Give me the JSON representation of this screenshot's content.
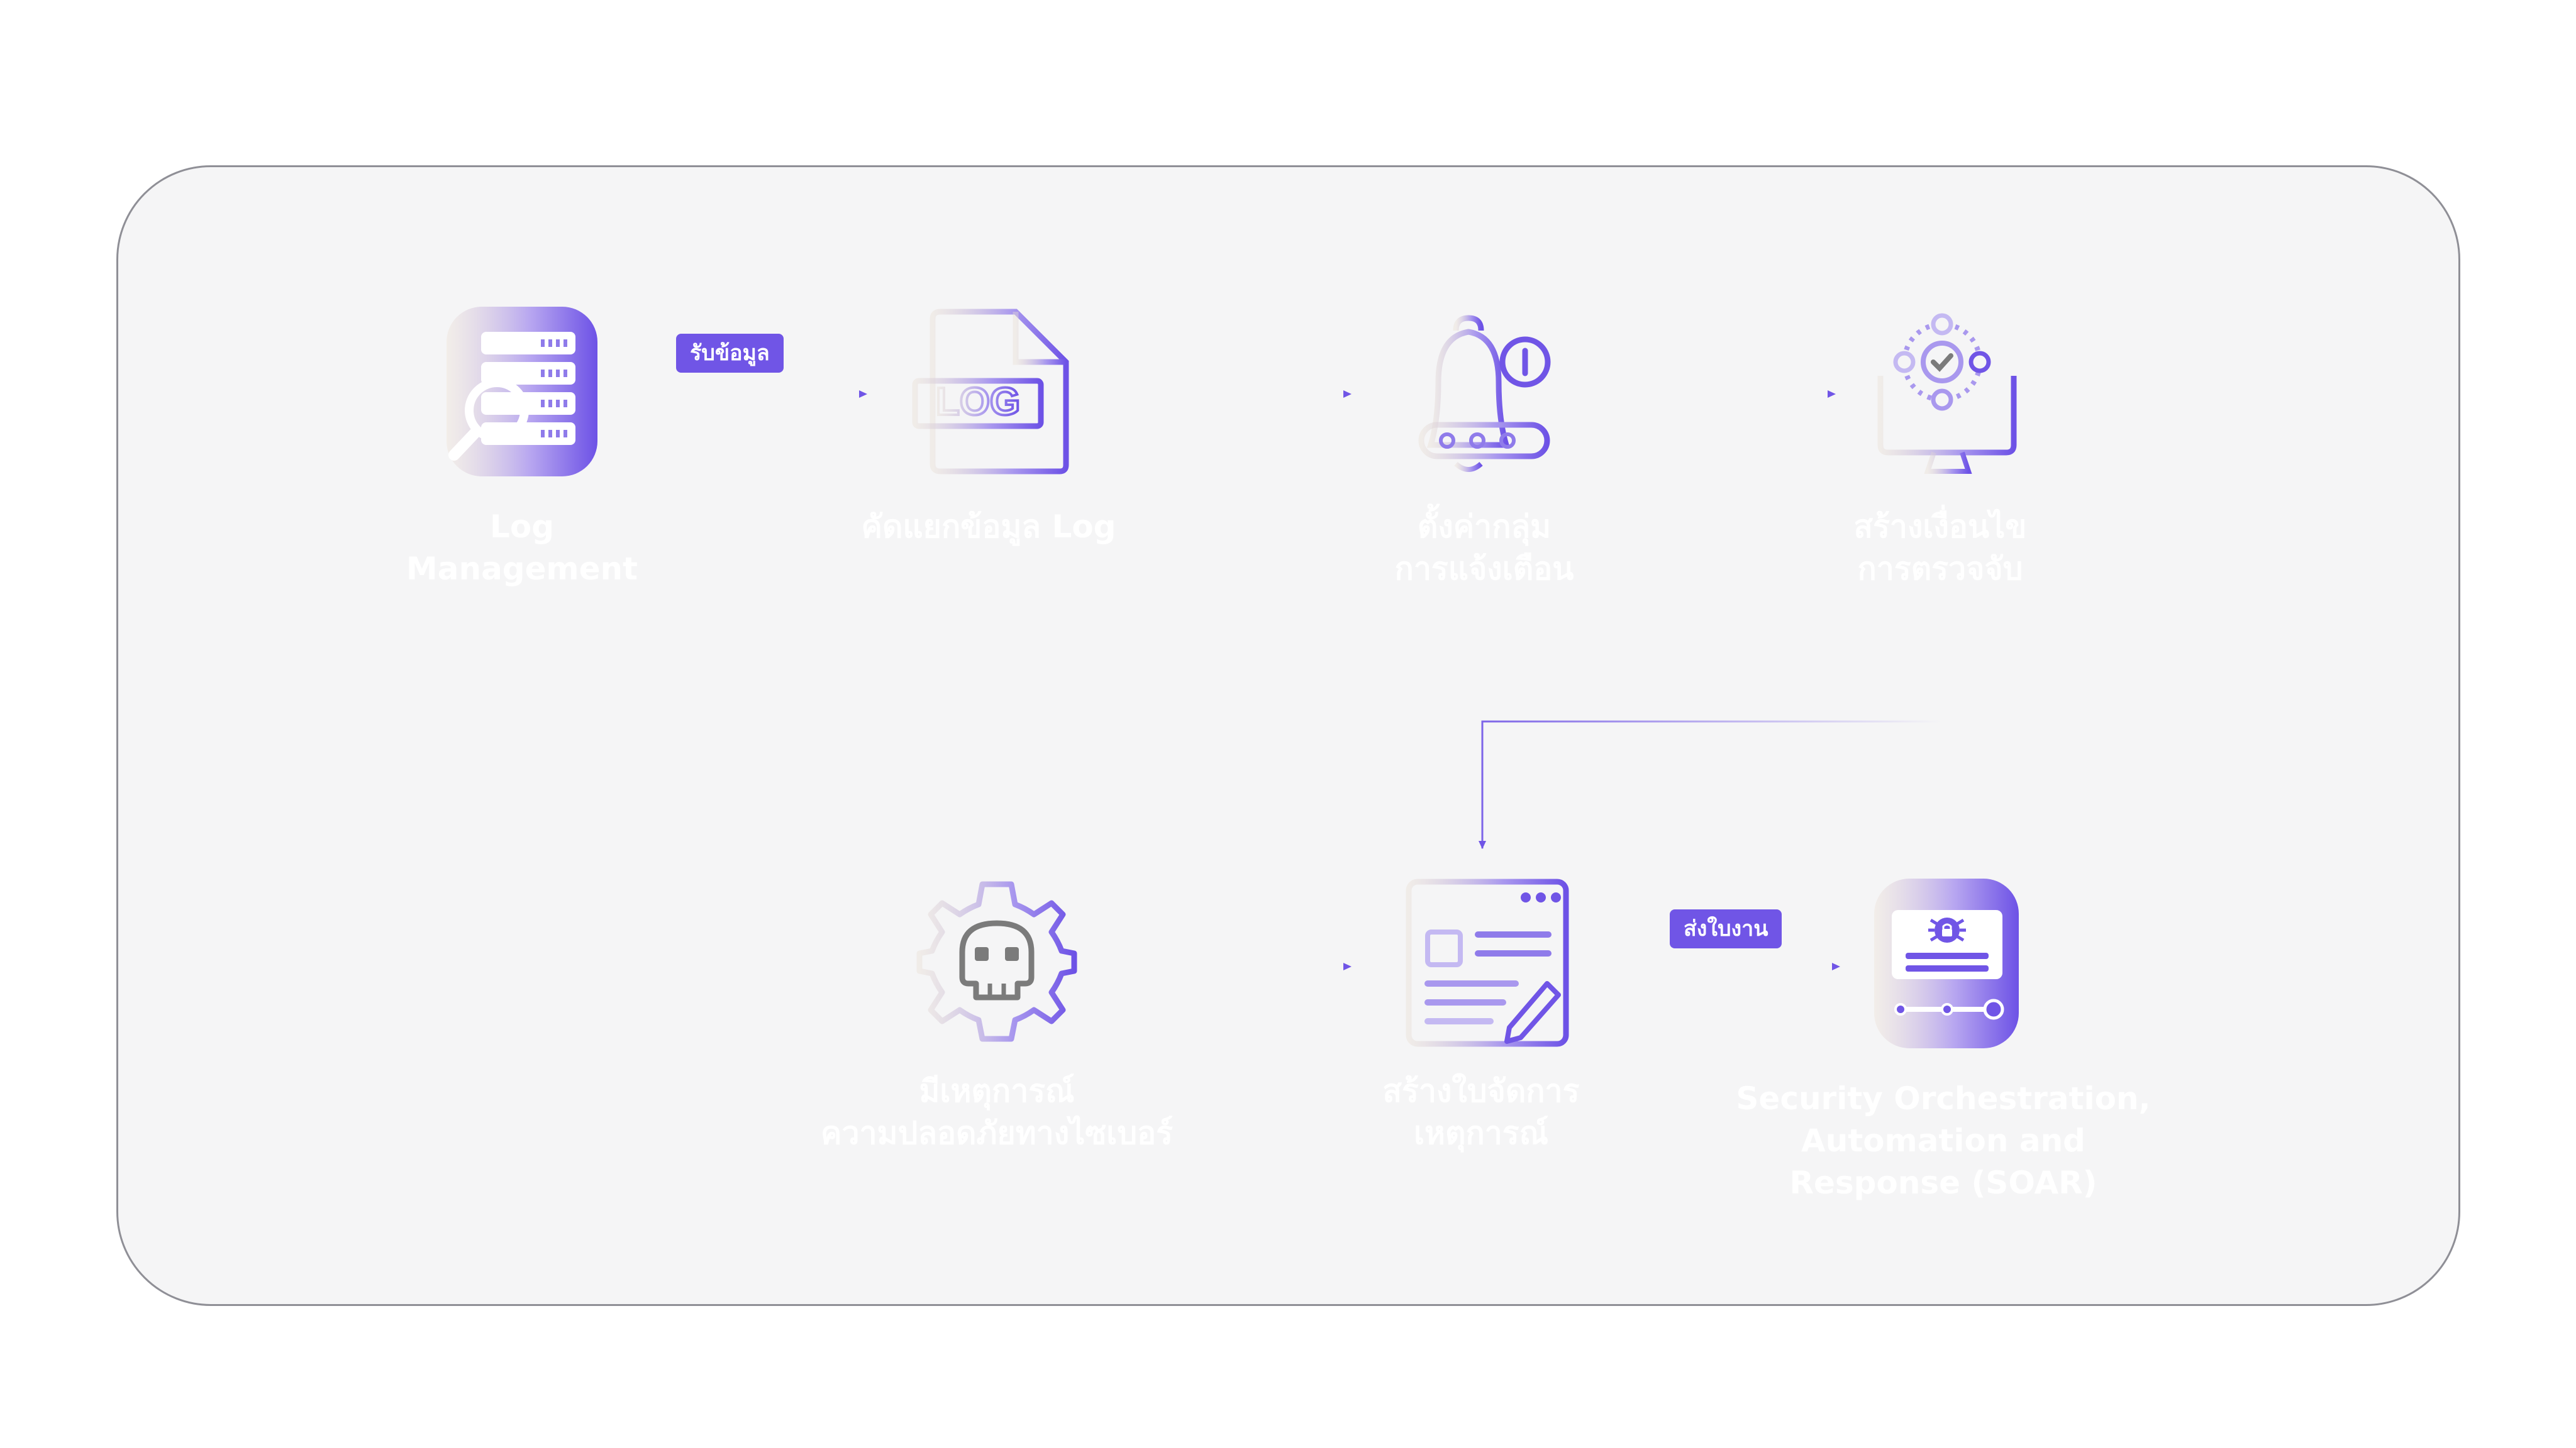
{
  "colors": {
    "accent": "#7055e6",
    "card_bg": "#f5f5f6",
    "card_border": "#8f8f96",
    "label_text": "#ffffff"
  },
  "badges": {
    "receive_data": "รับข้อมูล",
    "send_ticket": "ส่งใบงาน"
  },
  "nodes": {
    "log_management": {
      "line1": "Log",
      "line2": "Management",
      "icon": "database-search-icon"
    },
    "filter_log": {
      "line1": "คัดแยกข้อมูล Log",
      "icon": "log-file-icon"
    },
    "alert_groups": {
      "line1": "ตั้งค่ากลุ่ม",
      "line2": "การแจ้งเตือน",
      "icon": "alert-bell-icon"
    },
    "detection_conditions": {
      "line1": "สร้างเงื่อนไข",
      "line2": "การตรวจจับ",
      "icon": "monitor-check-icon"
    },
    "cyber_incident": {
      "line1": "มีเหตุการณ์",
      "line2": "ความปลอดภัยทางไซเบอร์",
      "icon": "skull-gear-icon"
    },
    "incident_ticket": {
      "line1": "สร้างใบจัดการ",
      "line2": "เหตุการณ์",
      "icon": "ticket-form-icon"
    },
    "soar": {
      "line1": "Security Orchestration,",
      "line2": "Automation and",
      "line3": "Response (SOAR)",
      "icon": "soar-dashboard-icon"
    }
  }
}
